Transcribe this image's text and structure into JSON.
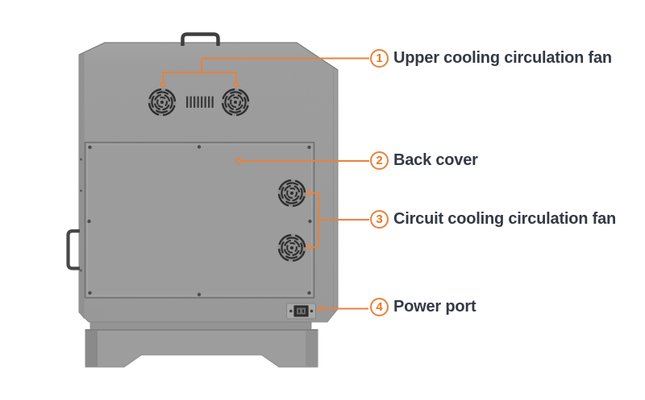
{
  "figure": {
    "type": "product-rear-view-diagram",
    "labels": [
      {
        "num": "1",
        "text": "Upper cooling circulation fan"
      },
      {
        "num": "2",
        "text": "Back cover"
      },
      {
        "num": "3",
        "text": "Circuit cooling circulation fan"
      },
      {
        "num": "4",
        "text": "Power port"
      }
    ]
  },
  "colors": {
    "accent_orange": "#E8823C",
    "number_orange": "#E87722",
    "label_text": "#333A45",
    "machine_gray": "#9B9B9B",
    "panel_line": "#6E6E6E",
    "dark_parts": "#2D2D2D",
    "background": "#FFFFFF"
  },
  "icons": {
    "fan": "circular-fan-grille",
    "vents": "vertical-slot-grille",
    "handle": "carry-handle",
    "power_port": "power-socket",
    "screw": "round-screw-dot",
    "marker": "small-ring-marker"
  }
}
